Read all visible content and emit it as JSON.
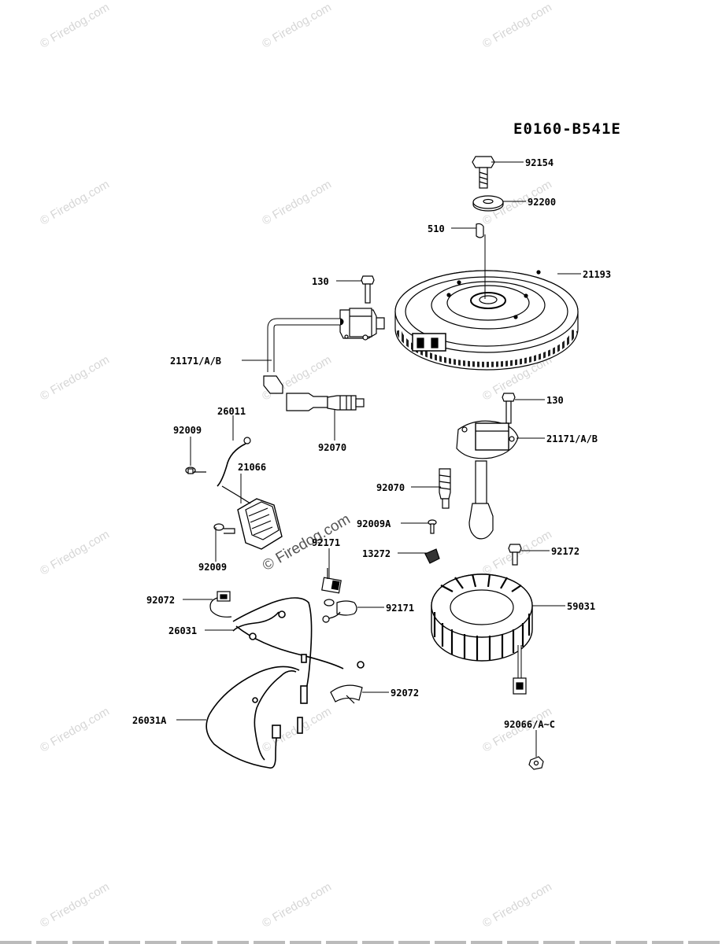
{
  "diagram": {
    "code": "E0160-B541E",
    "watermark": "© Firedog.com",
    "center_watermark": "© Firedog.com"
  },
  "parts": [
    {
      "id": "p92154",
      "label": "92154"
    },
    {
      "id": "p92200",
      "label": "92200"
    },
    {
      "id": "p510",
      "label": "510"
    },
    {
      "id": "p21193",
      "label": "21193"
    },
    {
      "id": "p130a",
      "label": "130"
    },
    {
      "id": "p21171a",
      "label": "21171/A/B"
    },
    {
      "id": "p92070a",
      "label": "92070"
    },
    {
      "id": "p26011",
      "label": "26011"
    },
    {
      "id": "p92009a",
      "label": "92009"
    },
    {
      "id": "p21066",
      "label": "21066"
    },
    {
      "id": "p92009b",
      "label": "92009"
    },
    {
      "id": "p130b",
      "label": "130"
    },
    {
      "id": "p21171b",
      "label": "21171/A/B"
    },
    {
      "id": "p92070b",
      "label": "92070"
    },
    {
      "id": "p92009A",
      "label": "92009A"
    },
    {
      "id": "p13272",
      "label": "13272"
    },
    {
      "id": "p92171a",
      "label": "92171"
    },
    {
      "id": "p92172",
      "label": "92172"
    },
    {
      "id": "p92072a",
      "label": "92072"
    },
    {
      "id": "p92171b",
      "label": "92171"
    },
    {
      "id": "p59031",
      "label": "59031"
    },
    {
      "id": "p26031",
      "label": "26031"
    },
    {
      "id": "p92072b",
      "label": "92072"
    },
    {
      "id": "p26031A",
      "label": "26031A"
    },
    {
      "id": "p92066",
      "label": "92066/A~C"
    }
  ]
}
